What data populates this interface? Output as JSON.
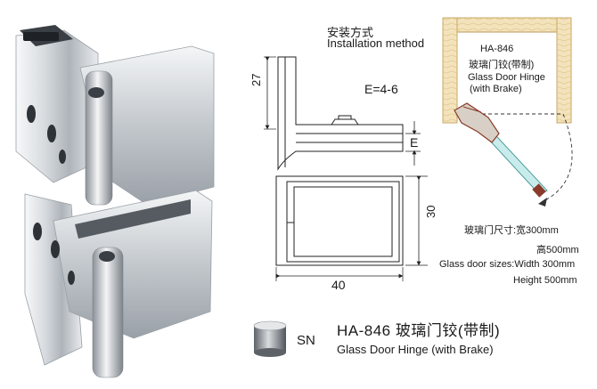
{
  "install": {
    "title_cn": "安装方式",
    "title_en": "Installation method"
  },
  "drawing": {
    "e_range": "E=4-6",
    "dim_height": "27",
    "dim_e": "E",
    "dim_depth": "30",
    "dim_width": "40"
  },
  "diagram": {
    "model": "HA-846",
    "name_cn": "玻璃门铰(带制)",
    "name_en_line1": "Glass Door Hinge",
    "name_en_line2": "(with Brake)",
    "size_cn_line1": "玻璃门尺寸:宽300mm",
    "size_cn_line2": "高500mm",
    "size_en_line1": "Glass door sizes:Width 300mm",
    "size_en_line2": "Height 500mm"
  },
  "product": {
    "finish": "SN",
    "title": "HA-846  玻璃门铰(带制)",
    "subtitle": "Glass Door Hinge (with Brake)"
  },
  "colors": {
    "metal_light": "#eef0f2",
    "metal_mid": "#b9bec4",
    "metal_dark": "#6f757c",
    "wood": "#f3e3bd",
    "wood_dark": "#d5b877"
  }
}
